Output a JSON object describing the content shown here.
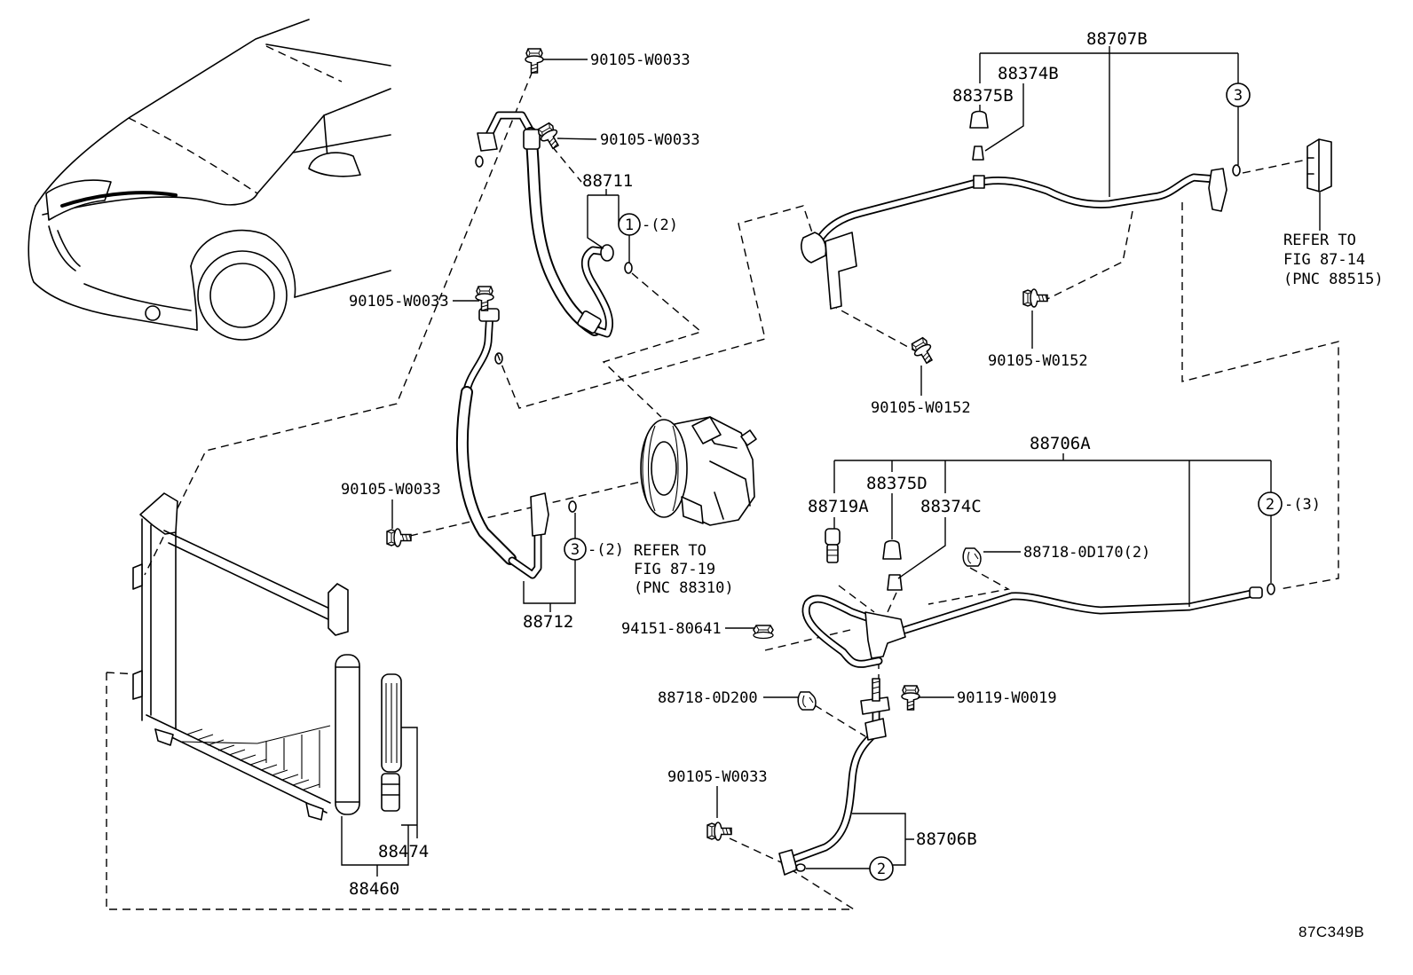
{
  "figure_id": "87C349B",
  "labels": {
    "bolt_top": "90105-W0033",
    "bolt_hose_upper": "90105-W0033",
    "hose_88711": "88711",
    "qty_ref1": "-(2)",
    "bolt_hose_mid": "90105-W0033",
    "bolt_hose_lower": "90105-W0033",
    "qty_ref3_left": "-(2)",
    "hose_88712": "88712",
    "part_88474": "88474",
    "part_88460": "88460",
    "tube_88707B": "88707B",
    "part_88374B": "88374B",
    "part_88375B": "88375B",
    "bolt_w0152_right": "90105-W0152",
    "bolt_w0152_left": "90105-W0152",
    "tube_88706A": "88706A",
    "part_88375D": "88375D",
    "part_88719A": "88719A",
    "part_88374C": "88374C",
    "qty_ref2_right": "-(3)",
    "clamp_0D170": "88718-0D170(2)",
    "nut_80641": "94151-80641",
    "clamp_0D200": "88718-0D200",
    "bolt_w0019": "90119-W0019",
    "bolt_tube_end": "90105-W0033",
    "tube_88706B": "88706B"
  },
  "refs": {
    "r1": "1",
    "r3_left": "3",
    "r3_right": "3",
    "r2_right": "2",
    "r2_bottom": "2"
  },
  "refer_compressor": {
    "line1": "REFER TO",
    "line2": "FIG 87-19",
    "line3": "(PNC 88310)"
  },
  "refer_valve": {
    "line1": "REFER TO",
    "line2": "FIG 87-14",
    "line3": "(PNC 88515)"
  }
}
